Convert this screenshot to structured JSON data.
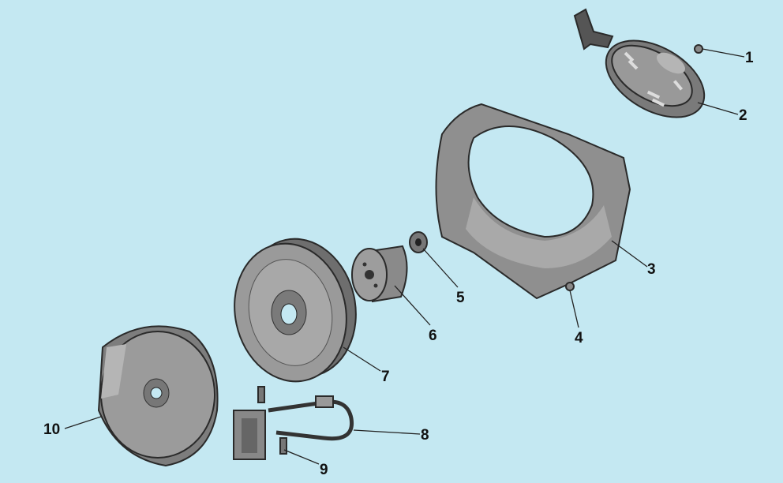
{
  "diagram": {
    "type": "exploded-parts-view",
    "colors": {
      "background": "#c4e8f2",
      "part_fill": "#8c8c8c",
      "part_dark": "#3a3a3a",
      "part_light": "#b8b8b8"
    },
    "callouts": [
      {
        "id": "1",
        "label": "1"
      },
      {
        "id": "2",
        "label": "2"
      },
      {
        "id": "3",
        "label": "3"
      },
      {
        "id": "4",
        "label": "4"
      },
      {
        "id": "5",
        "label": "5"
      },
      {
        "id": "6",
        "label": "6"
      },
      {
        "id": "7",
        "label": "7"
      },
      {
        "id": "8",
        "label": "8"
      },
      {
        "id": "9",
        "label": "9"
      },
      {
        "id": "10",
        "label": "10"
      }
    ]
  }
}
